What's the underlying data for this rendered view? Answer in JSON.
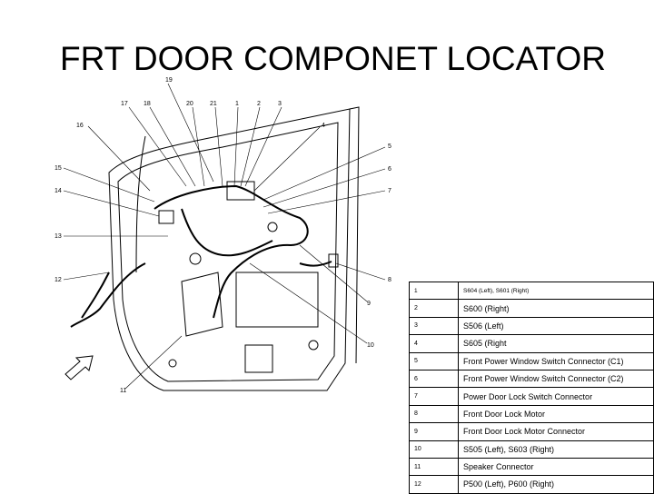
{
  "title": "FRT DOOR COMPONET LOCATOR",
  "callouts": [
    "19",
    "17",
    "18",
    "20",
    "21",
    "1",
    "2",
    "3",
    "16",
    "4",
    "5",
    "15",
    "6",
    "14",
    "7",
    "13",
    "12",
    "8",
    "9",
    "10",
    "11"
  ],
  "legend": [
    {
      "num": "1",
      "desc": "S604 (Left), S601 (Right)"
    },
    {
      "num": "2",
      "desc": "S600 (Right)"
    },
    {
      "num": "3",
      "desc": "S506 (Left)"
    },
    {
      "num": "4",
      "desc": "S605 (Right"
    },
    {
      "num": "5",
      "desc": "Front Power Window Switch Connector (C1)"
    },
    {
      "num": "6",
      "desc": "Front Power Window Switch Connector (C2)"
    },
    {
      "num": "7",
      "desc": "Power Door Lock Switch Connector"
    },
    {
      "num": "8",
      "desc": "Front Door Lock Motor"
    },
    {
      "num": "9",
      "desc": "Front Door Lock Motor Connector"
    },
    {
      "num": "10",
      "desc": "S505 (Left), S603 (Right)"
    },
    {
      "num": "11",
      "desc": "Speaker Connector"
    },
    {
      "num": "12",
      "desc": "P500 (Left), P600 (Right)"
    }
  ]
}
